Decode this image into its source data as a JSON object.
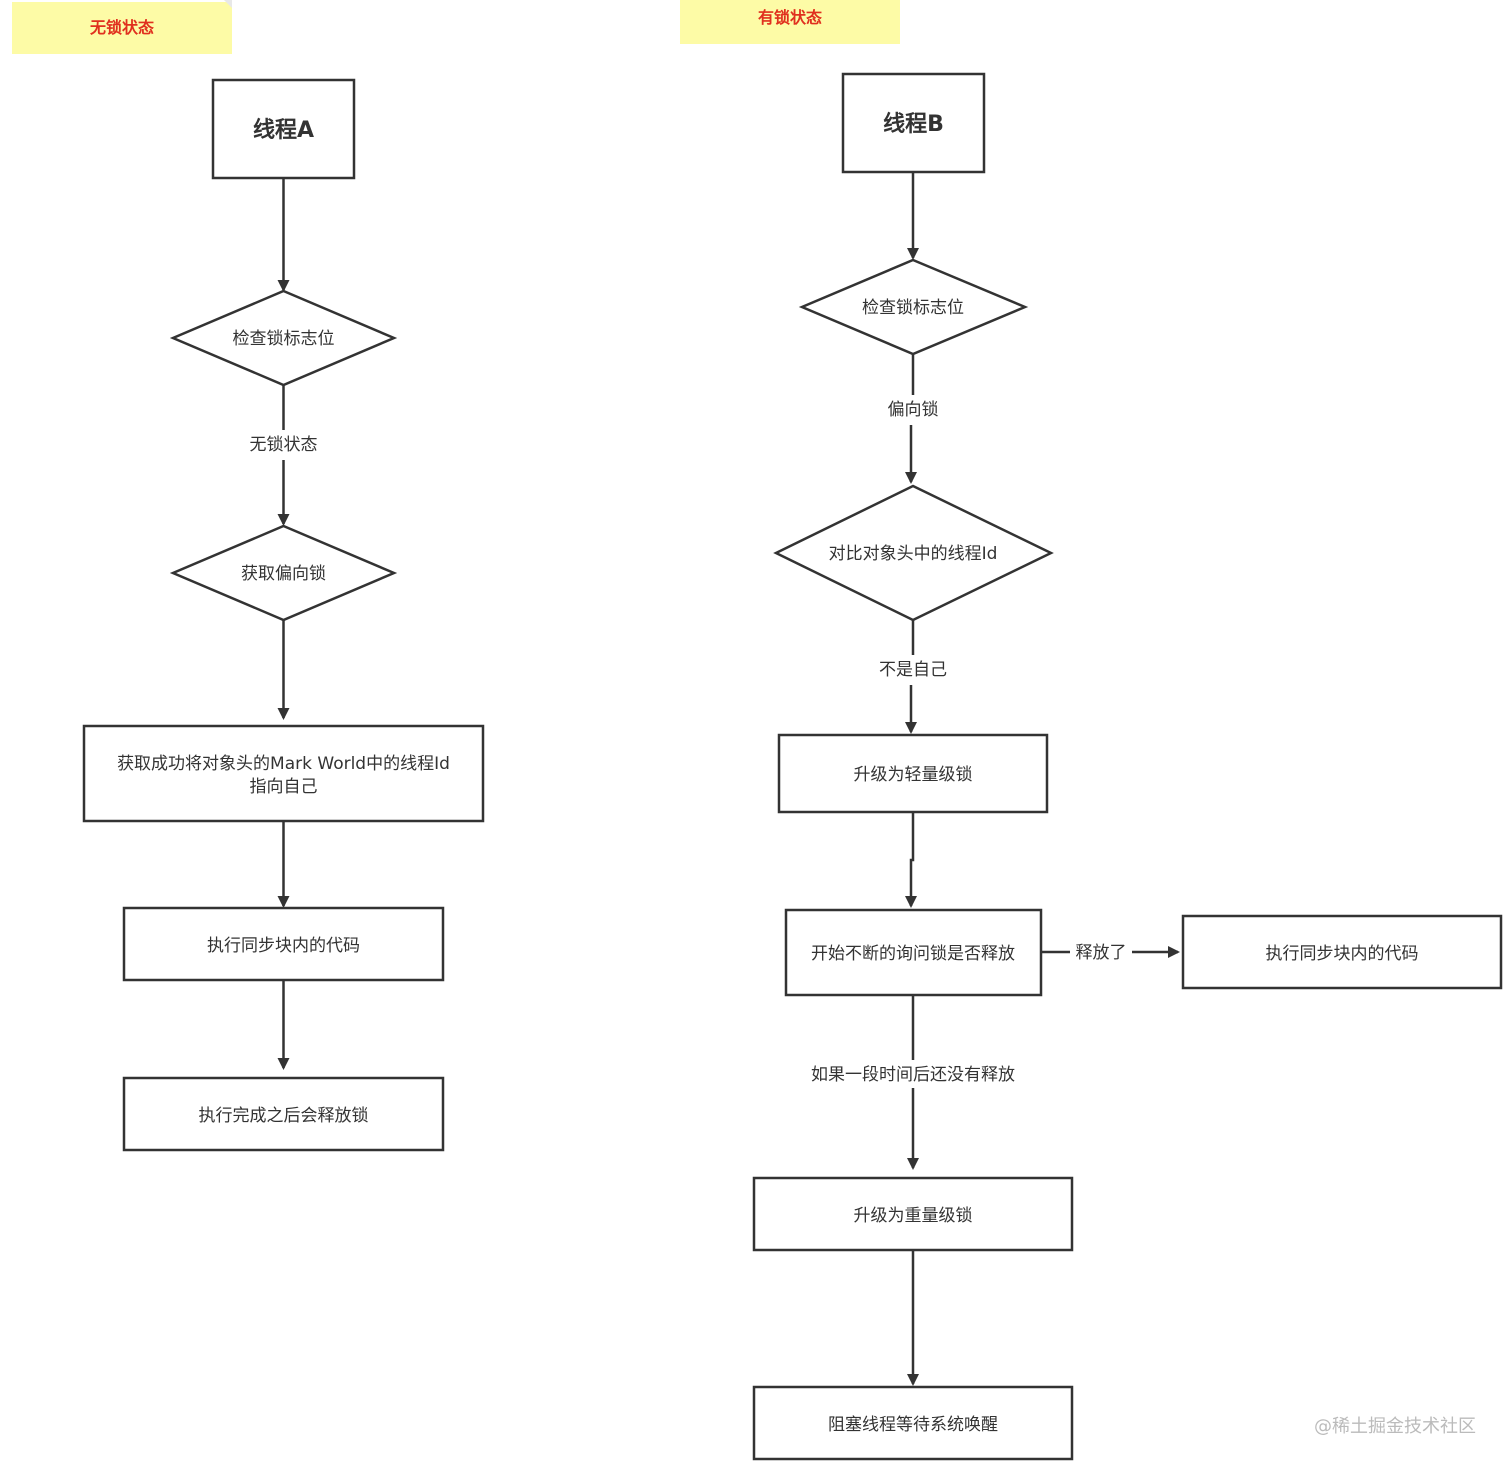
{
  "notes": {
    "left": "无锁状态",
    "right": "有锁状态"
  },
  "left_flow": {
    "thread": "线程A",
    "check": "检查锁标志位",
    "edge_state": "无锁状态",
    "acquire": "获取偏向锁",
    "success_line1": "获取成功将对象头的Mark World中的线程Id",
    "success_line2": "指向自己",
    "execute": "执行同步块内的代码",
    "release": "执行完成之后会释放锁"
  },
  "right_flow": {
    "thread": "线程B",
    "check": "检查锁标志位",
    "edge_biased": "偏向锁",
    "compare": "对比对象头中的线程Id",
    "edge_not_self": "不是自己",
    "upgrade_light": "升级为轻量级锁",
    "spin": "开始不断的询问锁是否释放",
    "edge_released": "释放了",
    "execute": "执行同步块内的代码",
    "edge_timeout": "如果一段时间后还没有释放",
    "upgrade_heavy": "升级为重量级锁",
    "block": "阻塞线程等待系统唤醒"
  },
  "watermark": "@稀土掘金技术社区",
  "colors": {
    "note_bg": "#fdfba6",
    "note_text": "#e0301e",
    "stroke": "#333333"
  }
}
